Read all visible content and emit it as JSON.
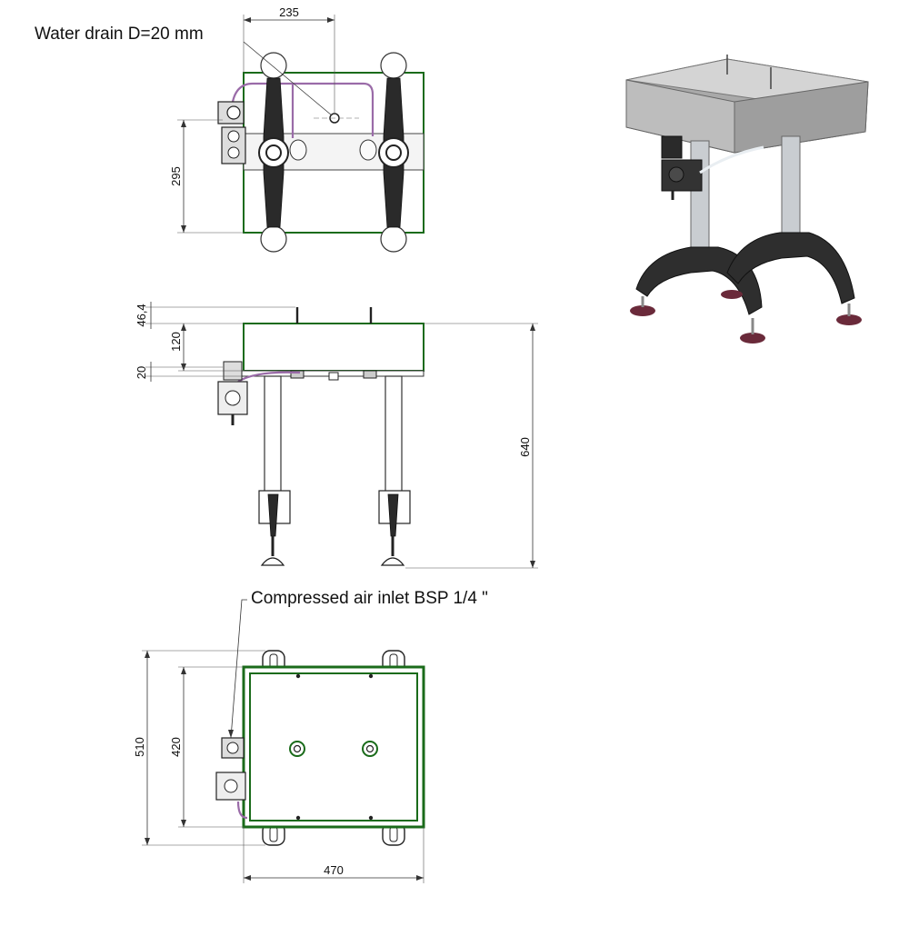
{
  "callouts": {
    "water_drain": "Water drain D=20 mm",
    "air_inlet": "Compressed air inlet BSP 1/4 \""
  },
  "dimensions": {
    "top_width": "235",
    "top_depth": "295",
    "side_pin": "46,4",
    "side_box": "120",
    "side_gap": "20",
    "side_total": "640",
    "bottom_outer": "510",
    "bottom_inner": "420",
    "bottom_width": "470"
  },
  "colors": {
    "frame": "#1a6b1a",
    "hose": "#9a6ba8",
    "metal_dark": "#2a2a2a",
    "foot_pad": "#6a2a3a",
    "box_grey": "#b9b9b9"
  }
}
